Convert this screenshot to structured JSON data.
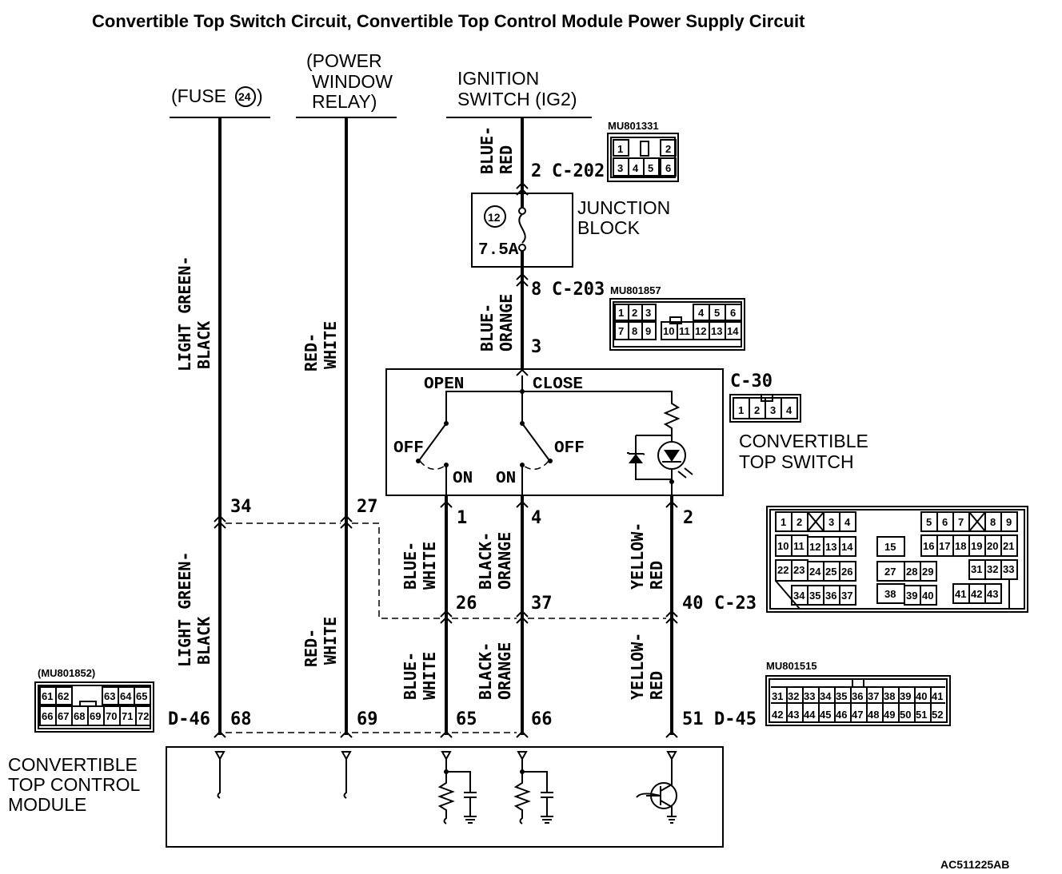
{
  "title": "Convertible Top Switch Circuit, Convertible Top Control Module Power Supply Circuit",
  "sources": {
    "fuse": "(FUSE",
    "fuse_num": "24",
    "fuse_close": ")",
    "pwr_relay_1": "(POWER",
    "pwr_relay_2": "WINDOW",
    "pwr_relay_3": "RELAY)",
    "ignition_1": "IGNITION",
    "ignition_2": "SWITCH (IG2)"
  },
  "junction_block": {
    "label_1": "JUNCTION",
    "label_2": "BLOCK",
    "fuse_num": "12",
    "rating": "7.5A"
  },
  "connectors": {
    "c202_pin": "2",
    "c202": "C-202",
    "c203_pin": "8",
    "c203": "C-203",
    "c30": "C-30",
    "c30_pin3": "3",
    "c23": "C-23",
    "d46": "D-46",
    "d45": "D-45",
    "mu801331": "MU801331",
    "mu801857": "MU801857",
    "mu801852": "(MU801852)",
    "mu801515": "MU801515"
  },
  "switch": {
    "open": "OPEN",
    "close": "CLOSE",
    "off_left": "OFF",
    "off_right": "OFF",
    "on_left": "ON",
    "on_right": "ON",
    "name_1": "CONVERTIBLE",
    "name_2": "TOP SWITCH"
  },
  "module": {
    "name_1": "CONVERTIBLE",
    "name_2": "TOP CONTROL",
    "name_3": "MODULE"
  },
  "wires": {
    "lgb_1": "LIGHT GREEN-",
    "lgb_2": "BLACK",
    "rw_1": "RED-",
    "rw_2": "WHITE",
    "br_1": "BLUE-",
    "br_2": "RED",
    "bo_1": "BLUE-",
    "bo_2": "ORANGE",
    "bw_1": "BLUE-",
    "bw_2": "WHITE",
    "bko_1": "BLACK-",
    "bko_2": "ORANGE",
    "yr_1": "YELLOW-",
    "yr_2": "RED"
  },
  "pins": {
    "p34": "34",
    "p27": "27",
    "p1": "1",
    "p4": "4",
    "p2": "2",
    "p26": "26",
    "p37": "37",
    "p40": "40",
    "p68": "68",
    "p69": "69",
    "p65": "65",
    "p66": "66",
    "p51": "51"
  },
  "c202_cells": {
    "r1": [
      "1",
      "",
      "2"
    ],
    "r2": [
      "3",
      "4",
      "5",
      "6"
    ]
  },
  "c203_cells": {
    "r1": [
      "1",
      "2",
      "3",
      "4",
      "5",
      "6"
    ],
    "r2": [
      "7",
      "8",
      "9",
      "10",
      "11",
      "12",
      "13",
      "14"
    ]
  },
  "c30_cells": [
    "1",
    "2",
    "3",
    "4"
  ],
  "c23_cells": {
    "r1": [
      "1",
      "2",
      "3",
      "4",
      "5",
      "6",
      "7",
      "8",
      "9"
    ],
    "r2": [
      "10",
      "11",
      "12",
      "13",
      "14",
      "15",
      "16",
      "17",
      "18",
      "19",
      "20",
      "21"
    ],
    "r3": [
      "22",
      "23",
      "24",
      "25",
      "26",
      "27",
      "28",
      "29",
      "31",
      "32",
      "33"
    ],
    "r4": [
      "34",
      "35",
      "36",
      "37",
      "38",
      "39",
      "40",
      "41",
      "42",
      "43"
    ]
  },
  "d46_cells": {
    "r1": [
      "61",
      "62",
      "63",
      "64",
      "65"
    ],
    "r2": [
      "66",
      "67",
      "68",
      "69",
      "70",
      "71",
      "72"
    ]
  },
  "d45_cells": {
    "r1": [
      "31",
      "32",
      "33",
      "34",
      "35",
      "36",
      "37",
      "38",
      "39",
      "40",
      "41"
    ],
    "r2": [
      "42",
      "43",
      "44",
      "45",
      "46",
      "47",
      "48",
      "49",
      "50",
      "51",
      "52"
    ]
  },
  "code": "AC511225AB"
}
